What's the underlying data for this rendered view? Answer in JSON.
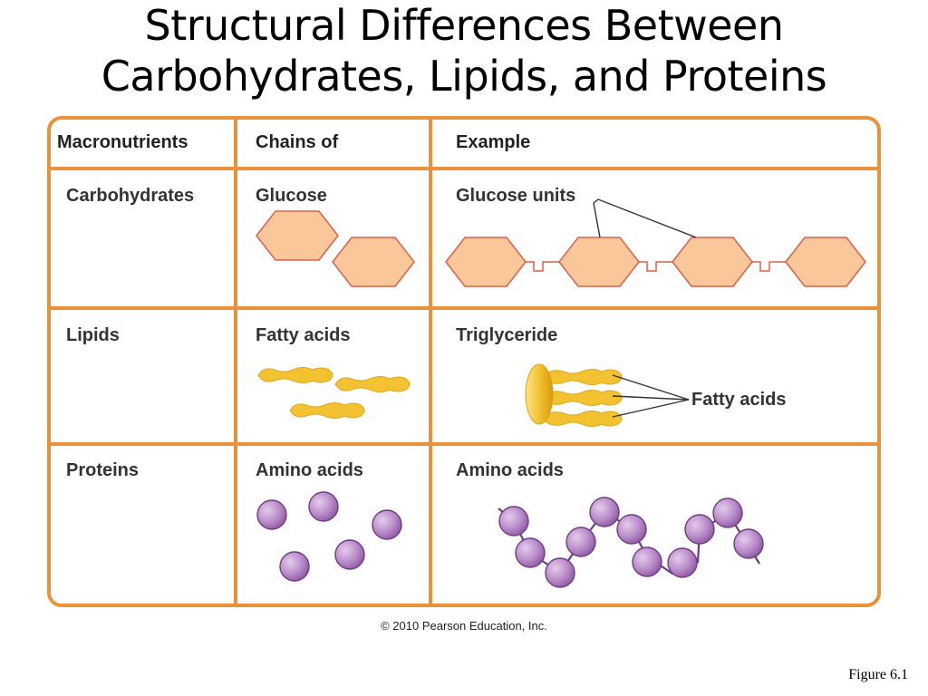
{
  "slide": {
    "title_line1": "Structural Differences Between",
    "title_line2": "Carbohydrates, Lipids, and Proteins",
    "copyright": "© 2010 Pearson Education, Inc.",
    "figure_label": "Figure 6.1"
  },
  "table": {
    "headers": [
      "Macronutrients",
      "Chains of",
      "Example"
    ],
    "rows": [
      {
        "macronutrient": "Carbohydrates",
        "chain": "Glucose",
        "example": "Glucose units"
      },
      {
        "macronutrient": "Lipids",
        "chain": "Fatty acids",
        "example": "Triglyceride",
        "callout": "Fatty acids"
      },
      {
        "macronutrient": "Proteins",
        "chain": "Amino acids",
        "example": "Amino acids"
      }
    ]
  },
  "colors": {
    "border": "#E8923A",
    "glucose_fill": "#F9C79A",
    "glucose_stroke": "#D9614A",
    "fatty_acid": "#F2C230",
    "amino_acid": "#B98BC9",
    "amino_stroke": "#6E3A84",
    "text": "#333333"
  }
}
